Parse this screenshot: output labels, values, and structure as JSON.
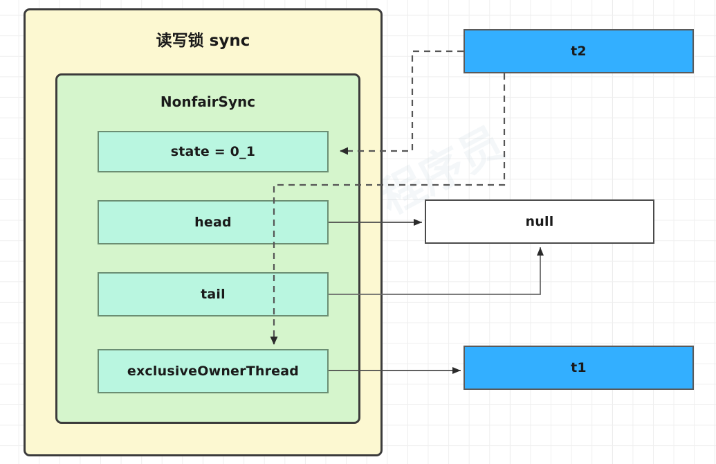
{
  "diagram": {
    "title": "读写锁 sync",
    "outer_container_label": "读写锁 sync",
    "inner_container_label": "NonfairSync",
    "colors": {
      "outer_fill": "#FCF8D1",
      "inner_fill": "#D5F5CC",
      "field_fill": "#B9F6E0",
      "thread_fill": "#33AFFF",
      "null_fill": "#FFFFFF",
      "border_dark": "#3B3B3B",
      "edge_solid": "#4A4A4A",
      "edge_dashed": "#666666",
      "grid_minor": "#EFEFEF",
      "grid_major": "#E3E3E3"
    },
    "fields": [
      {
        "id": "state",
        "label": "state = 0_1"
      },
      {
        "id": "head",
        "label": "head"
      },
      {
        "id": "tail",
        "label": "tail"
      },
      {
        "id": "exclusiveOwnerThread",
        "label": "exclusiveOwnerThread"
      }
    ],
    "external_nodes": [
      {
        "id": "t2",
        "label": "t2",
        "kind": "thread"
      },
      {
        "id": "null",
        "label": "null",
        "kind": "value"
      },
      {
        "id": "t1",
        "label": "t1",
        "kind": "thread"
      }
    ],
    "edges": [
      {
        "from": "t2",
        "to": "state",
        "style": "dashed",
        "arrow": "left"
      },
      {
        "from": "t2",
        "to": "exclusiveOwnerThread",
        "style": "dashed",
        "arrow": "down"
      },
      {
        "from": "head",
        "to": "null",
        "style": "solid",
        "arrow": "right"
      },
      {
        "from": "tail",
        "to": "null",
        "style": "solid",
        "arrow": "up"
      },
      {
        "from": "exclusiveOwnerThread",
        "to": "t1",
        "style": "solid",
        "arrow": "right"
      }
    ],
    "watermark": "程序员"
  }
}
